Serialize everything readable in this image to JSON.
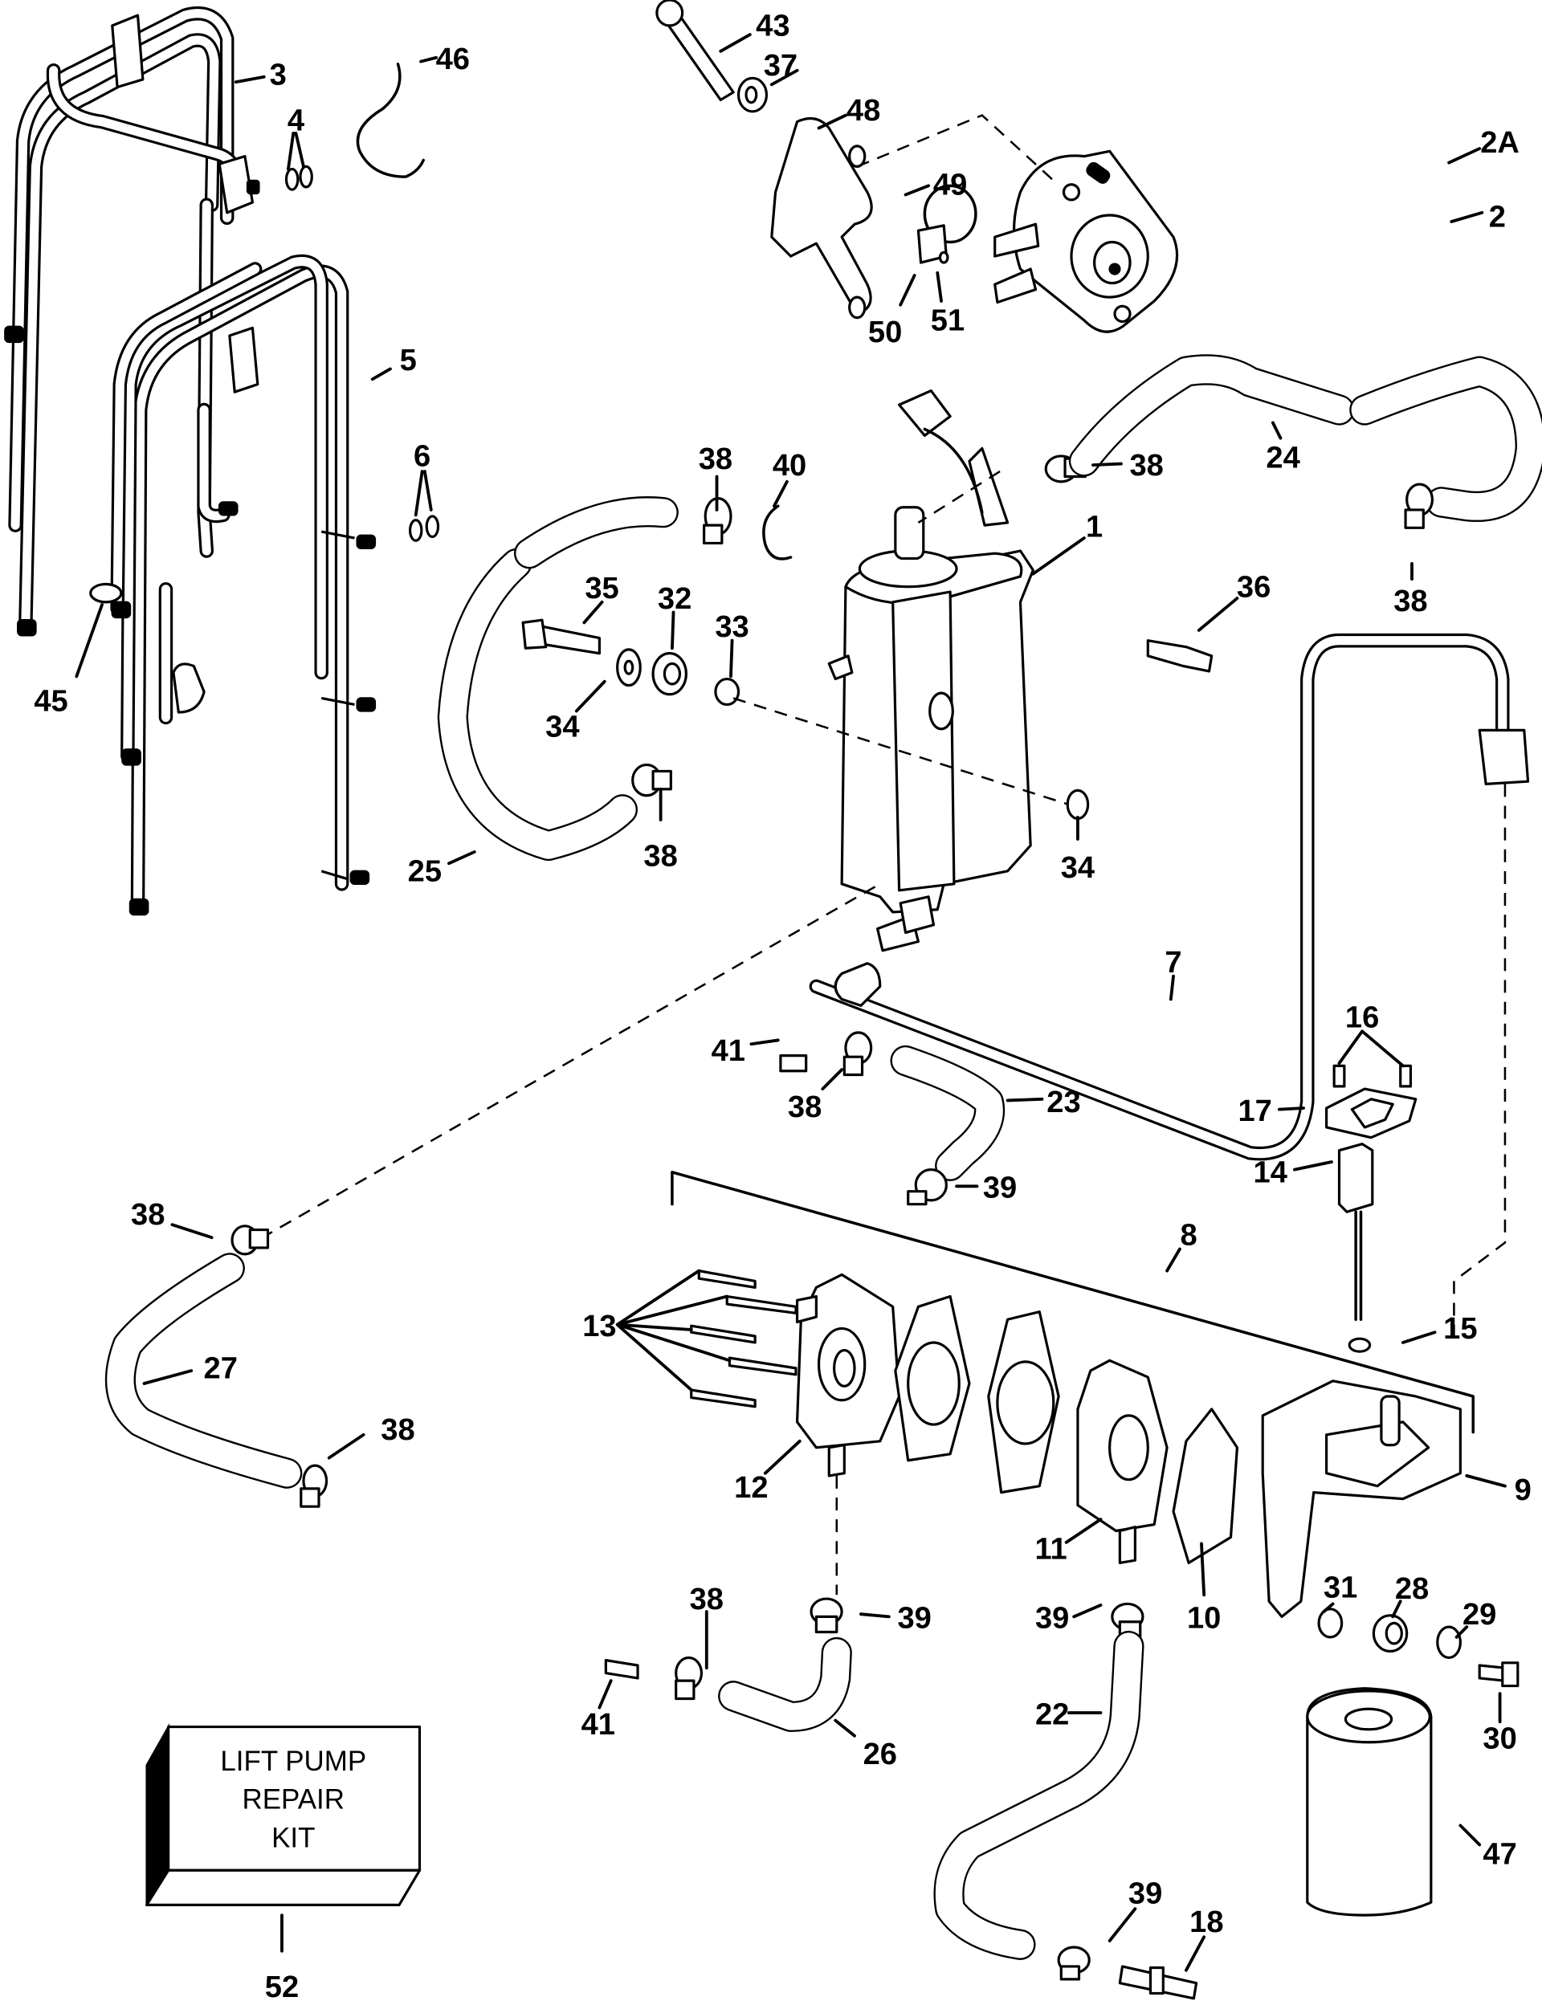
{
  "diagram": {
    "title": "Fuel pump / vapor separator exploded parts diagram",
    "kit_box": {
      "lines": [
        "LIFT PUMP",
        "REPAIR",
        "KIT"
      ],
      "callout": "52"
    },
    "callouts": [
      {
        "id": "c-3",
        "label": "3"
      },
      {
        "id": "c-46",
        "label": "46"
      },
      {
        "id": "c-4",
        "label": "4"
      },
      {
        "id": "c-43",
        "label": "43"
      },
      {
        "id": "c-37",
        "label": "37"
      },
      {
        "id": "c-48",
        "label": "48"
      },
      {
        "id": "c-49",
        "label": "49"
      },
      {
        "id": "c-2A",
        "label": "2A"
      },
      {
        "id": "c-2",
        "label": "2"
      },
      {
        "id": "c-50",
        "label": "50"
      },
      {
        "id": "c-51",
        "label": "51"
      },
      {
        "id": "c-5",
        "label": "5"
      },
      {
        "id": "c-6",
        "label": "6"
      },
      {
        "id": "c-38a",
        "label": "38"
      },
      {
        "id": "c-40",
        "label": "40"
      },
      {
        "id": "c-38b",
        "label": "38"
      },
      {
        "id": "c-24",
        "label": "24"
      },
      {
        "id": "c-1",
        "label": "1"
      },
      {
        "id": "c-35",
        "label": "35"
      },
      {
        "id": "c-32",
        "label": "32"
      },
      {
        "id": "c-33",
        "label": "33"
      },
      {
        "id": "c-36",
        "label": "36"
      },
      {
        "id": "c-38c",
        "label": "38"
      },
      {
        "id": "c-45",
        "label": "45"
      },
      {
        "id": "c-34a",
        "label": "34"
      },
      {
        "id": "c-38d",
        "label": "38"
      },
      {
        "id": "c-34b",
        "label": "34"
      },
      {
        "id": "c-25",
        "label": "25"
      },
      {
        "id": "c-7",
        "label": "7"
      },
      {
        "id": "c-41a",
        "label": "41"
      },
      {
        "id": "c-16",
        "label": "16"
      },
      {
        "id": "c-23",
        "label": "23"
      },
      {
        "id": "c-38e",
        "label": "38"
      },
      {
        "id": "c-17",
        "label": "17"
      },
      {
        "id": "c-14",
        "label": "14"
      },
      {
        "id": "c-39a",
        "label": "39"
      },
      {
        "id": "c-38f",
        "label": "38"
      },
      {
        "id": "c-8",
        "label": "8"
      },
      {
        "id": "c-13",
        "label": "13"
      },
      {
        "id": "c-15",
        "label": "15"
      },
      {
        "id": "c-27",
        "label": "27"
      },
      {
        "id": "c-38g",
        "label": "38"
      },
      {
        "id": "c-12",
        "label": "12"
      },
      {
        "id": "c-9",
        "label": "9"
      },
      {
        "id": "c-11",
        "label": "11"
      },
      {
        "id": "c-10",
        "label": "10"
      },
      {
        "id": "c-39b",
        "label": "39"
      },
      {
        "id": "c-39c",
        "label": "39"
      },
      {
        "id": "c-38h",
        "label": "38"
      },
      {
        "id": "c-31",
        "label": "31"
      },
      {
        "id": "c-28",
        "label": "28"
      },
      {
        "id": "c-29",
        "label": "29"
      },
      {
        "id": "c-41b",
        "label": "41"
      },
      {
        "id": "c-30",
        "label": "30"
      },
      {
        "id": "c-22",
        "label": "22"
      },
      {
        "id": "c-26",
        "label": "26"
      },
      {
        "id": "c-47",
        "label": "47"
      },
      {
        "id": "c-39d",
        "label": "39"
      },
      {
        "id": "c-18",
        "label": "18"
      }
    ]
  }
}
